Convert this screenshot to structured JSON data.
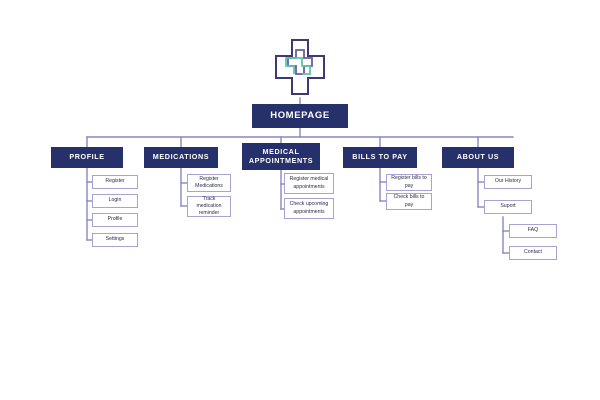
{
  "meta": {
    "title": "Healthcare App Sitemap",
    "background": "#ffffff"
  },
  "colors": {
    "primary": "#26306b",
    "connector": "#8b85c4",
    "leaf_border": "#a9a2d2",
    "leaf_text": "#2b2b4a",
    "logo_outer": "#3b3a73",
    "logo_inner": "#6b5b9e",
    "logo_accent": "#5cc5b0"
  },
  "logo": {
    "icon": "medical-cross-icon",
    "label": "medical cross logo"
  },
  "root": {
    "label": "HOMEPAGE"
  },
  "categories": [
    {
      "label": "PROFILE",
      "children": [
        {
          "label": "Register",
          "children": []
        },
        {
          "label": "Login",
          "children": []
        },
        {
          "label": "Profile",
          "children": []
        },
        {
          "label": "Settings",
          "children": []
        }
      ]
    },
    {
      "label": "MEDICATIONS",
      "children": [
        {
          "label": "Register Medications",
          "children": []
        },
        {
          "label": "Track medication reminder",
          "children": []
        }
      ]
    },
    {
      "label": "MEDICAL APPOINTMENTS",
      "children": [
        {
          "label": "Register medical appointments",
          "children": []
        },
        {
          "label": "Check upcoming appointments",
          "children": []
        }
      ]
    },
    {
      "label": "BILLS TO PAY",
      "children": [
        {
          "label": "Register bills to pay",
          "children": []
        },
        {
          "label": "Check bills to pay",
          "children": []
        }
      ]
    },
    {
      "label": "ABOUT US",
      "children": [
        {
          "label": "Our History",
          "children": []
        },
        {
          "label": "Suport",
          "children": [
            {
              "label": "FAQ"
            },
            {
              "label": "Contact"
            }
          ]
        }
      ]
    }
  ],
  "chart_data": {
    "type": "diagram",
    "diagram_type": "sitemap-tree",
    "title": "Healthcare App Sitemap",
    "root": "HOMEPAGE",
    "nodes": [
      {
        "id": "homepage",
        "label": "HOMEPAGE",
        "level": 0,
        "parent": null
      },
      {
        "id": "profile",
        "label": "PROFILE",
        "level": 1,
        "parent": "homepage"
      },
      {
        "id": "medications",
        "label": "MEDICATIONS",
        "level": 1,
        "parent": "homepage"
      },
      {
        "id": "appointments",
        "label": "MEDICAL APPOINTMENTS",
        "level": 1,
        "parent": "homepage"
      },
      {
        "id": "bills",
        "label": "BILLS TO PAY",
        "level": 1,
        "parent": "homepage"
      },
      {
        "id": "about",
        "label": "ABOUT US",
        "level": 1,
        "parent": "homepage"
      },
      {
        "id": "register",
        "label": "Register",
        "level": 2,
        "parent": "profile"
      },
      {
        "id": "login",
        "label": "Login",
        "level": 2,
        "parent": "profile"
      },
      {
        "id": "profile-page",
        "label": "Profile",
        "level": 2,
        "parent": "profile"
      },
      {
        "id": "settings",
        "label": "Settings",
        "level": 2,
        "parent": "profile"
      },
      {
        "id": "register-meds",
        "label": "Register Medications",
        "level": 2,
        "parent": "medications"
      },
      {
        "id": "track-meds",
        "label": "Track medication reminder",
        "level": 2,
        "parent": "medications"
      },
      {
        "id": "register-appt",
        "label": "Register medical appointments",
        "level": 2,
        "parent": "appointments"
      },
      {
        "id": "check-appt",
        "label": "Check upcoming appointments",
        "level": 2,
        "parent": "appointments"
      },
      {
        "id": "register-bills",
        "label": "Register bills to pay",
        "level": 2,
        "parent": "bills"
      },
      {
        "id": "check-bills",
        "label": "Check bills to pay",
        "level": 2,
        "parent": "bills"
      },
      {
        "id": "history",
        "label": "Our History",
        "level": 2,
        "parent": "about"
      },
      {
        "id": "suport",
        "label": "Suport",
        "level": 2,
        "parent": "about"
      },
      {
        "id": "faq",
        "label": "FAQ",
        "level": 3,
        "parent": "suport"
      },
      {
        "id": "contact",
        "label": "Contact",
        "level": 3,
        "parent": "suport"
      }
    ],
    "node_count": 20,
    "depth": 4,
    "legend": [],
    "xlabel": "",
    "ylabel": ""
  }
}
